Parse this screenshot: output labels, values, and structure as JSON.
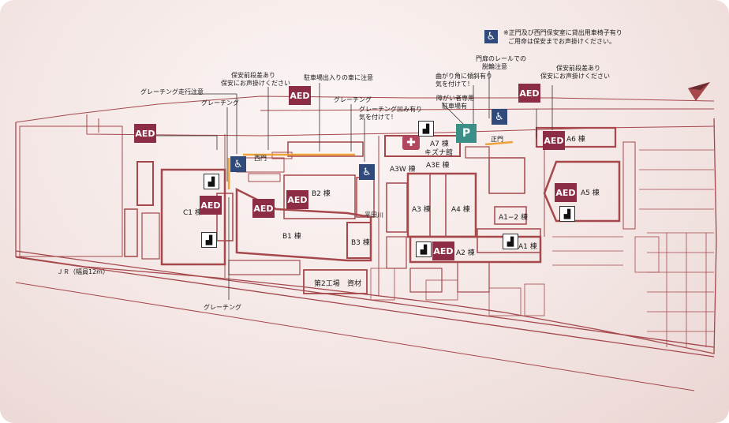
{
  "map": {
    "notice": {
      "line1": "※正門及び西門保安室に貸出用車椅子有り",
      "line2": "ご用命は保安までお声掛けください。"
    },
    "labels": {
      "grating_walk": "グレーチング走行注意",
      "grating_a": "グレーチング",
      "grating_b": "グレーチング",
      "grating_c": "グレーチング",
      "grating_dent_1": "グレーチング凹み有り",
      "grating_dent_2": "気を付けて！",
      "step_west_1": "保安前段差あり",
      "step_west_2": "保安にお声掛けください",
      "parking_car": "駐車場出入りの車に注意",
      "gate_rail_1": "門扉のレールでの",
      "gate_rail_2": "脱輪注意",
      "corner_1": "曲がり角に傾斜有り",
      "corner_2": "気を付けて！",
      "disabled_1": "障がい者専用",
      "disabled_2": "駐車場有",
      "step_main_1": "保安前段差あり",
      "step_main_2": "保安にお声掛けください",
      "west_gate": "西門",
      "main_gate": "正門",
      "jr": "ＪＲ（幅員12m）",
      "hiratagawa": "平田川"
    },
    "buildings": {
      "b2": "B2 棟",
      "b1": "B1 棟",
      "b3": "B3 棟",
      "c1": "C1 棟",
      "a3w": "A3W 棟",
      "a3e": "A3E 棟",
      "a3": "A3 棟",
      "a4": "A4 棟",
      "a7": "A7 棟",
      "kizuna": "キズナ館",
      "a6": "A6 棟",
      "a5": "A5 棟",
      "a1_2": "A1−2 棟",
      "a1": "A1 棟",
      "a2": "A2 棟",
      "factory2": "第2工場",
      "shizai": "資材"
    },
    "aed_text": "AED",
    "parking_text": "P",
    "colors": {
      "line": "#a5474b",
      "aed": "#8d2d45",
      "wheelchair": "#2f4a7b",
      "parking": "#3b8f86",
      "path": "#f0a23a"
    },
    "icons": [
      "wheelchair-icon",
      "aed-marker",
      "factory-icon",
      "medical-icon",
      "parking-icon",
      "compass-north-icon"
    ]
  }
}
